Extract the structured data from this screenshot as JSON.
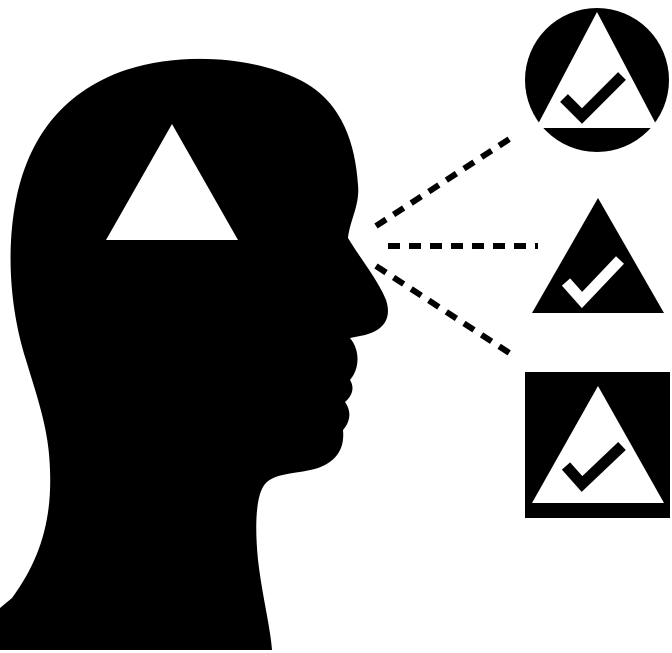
{
  "colors": {
    "ink": "#000000",
    "paper": "#ffffff"
  },
  "icons": {
    "head": "head-profile-silhouette-icon",
    "mind_shape": "triangle-icon",
    "sight_lines": "dotted-gaze-lines",
    "options": [
      {
        "name": "circle-triangle-check-icon",
        "container": "circle",
        "checked": true
      },
      {
        "name": "triangle-check-icon",
        "container": "triangle",
        "checked": true
      },
      {
        "name": "square-triangle-check-icon",
        "container": "square",
        "checked": true
      }
    ]
  }
}
